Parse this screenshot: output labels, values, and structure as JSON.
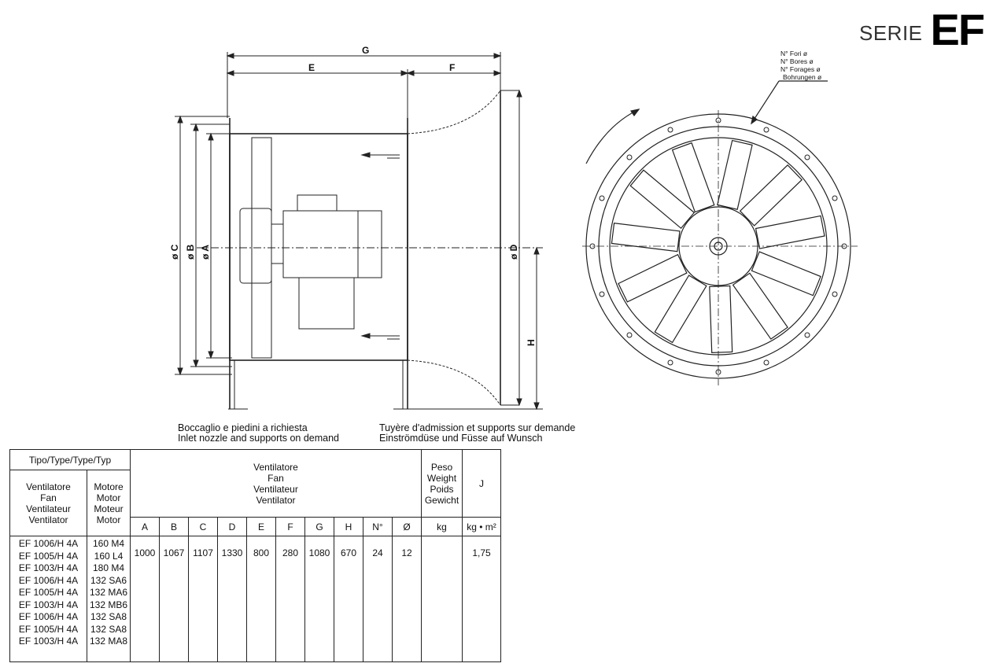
{
  "header": {
    "serie_word": "SERIE",
    "serie_code": "EF"
  },
  "drawing": {
    "dimension_labels": {
      "G": "G",
      "E": "E",
      "F": "F",
      "C": "ø C",
      "B": "ø B",
      "A": "ø A",
      "D": "ø D",
      "H": "H"
    },
    "holes_note": [
      "N° Fori ø",
      "N° Bores ø",
      "N° Forages ø",
      "Bohrungen ø"
    ]
  },
  "notes": {
    "left": [
      "Boccaglio e piedini a richiesta",
      "Inlet nozzle and supports on demand"
    ],
    "right": [
      "Tuyère d'admission et supports sur demande",
      "Einströmdüse und Füsse auf Wunsch"
    ]
  },
  "table": {
    "type_header": "Tipo/Type/Type/Typ",
    "fan_header": [
      "Ventilatore",
      "Fan",
      "Ventilateur",
      "Ventilator"
    ],
    "motor_header": [
      "Motore",
      "Motor",
      "Moteur",
      "Motor"
    ],
    "group_header": [
      "Ventilatore",
      "Fan",
      "Ventilateur",
      "Ventilator"
    ],
    "weight_header": [
      "Peso",
      "Weight",
      "Poids",
      "Gewicht"
    ],
    "j_header": "J",
    "columns": [
      "A",
      "B",
      "C",
      "D",
      "E",
      "F",
      "G",
      "H",
      "N°",
      "Ø"
    ],
    "weight_unit": "kg",
    "j_unit": "kg • m²",
    "fans": [
      "EF 1006/H 4A",
      "EF 1005/H 4A",
      "EF 1003/H 4A",
      "EF 1006/H 4A",
      "EF 1005/H 4A",
      "EF 1003/H 4A",
      "EF 1006/H 4A",
      "EF 1005/H 4A",
      "EF 1003/H 4A"
    ],
    "motors": [
      "160 M4",
      "160 L4",
      "180 M4",
      "132 SA6",
      "132 MA6",
      "132 MB6",
      "132 SA8",
      "132 SA8",
      "132 MA8"
    ],
    "values": [
      "1000",
      "1067",
      "1107",
      "1330",
      "800",
      "280",
      "1080",
      "670",
      "24",
      "12"
    ],
    "weight": "",
    "j_value": "1,75"
  }
}
